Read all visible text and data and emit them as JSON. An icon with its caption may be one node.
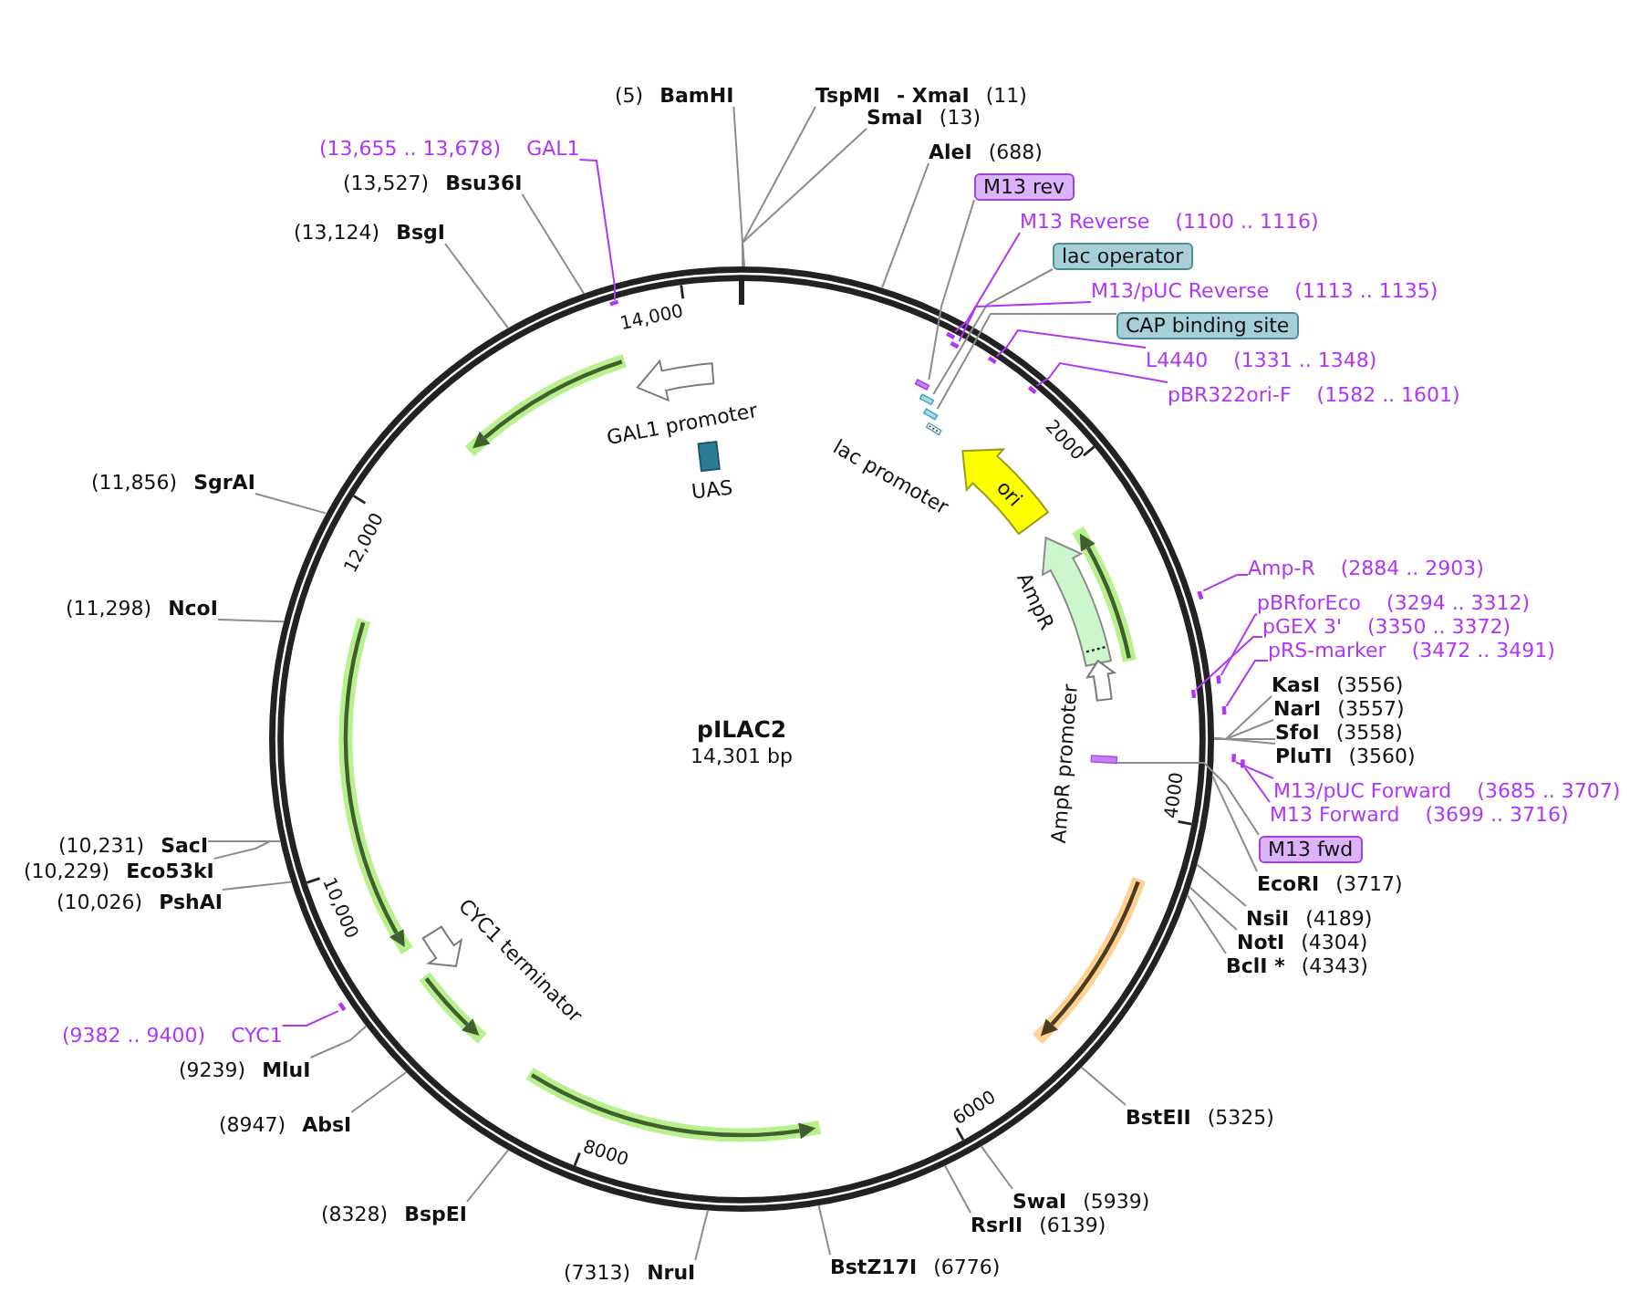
{
  "diagram": {
    "title": "pILAC2",
    "nodes": [
      {
        "text": [
          "(5)",
          "BamHI"
        ]
      },
      {
        "text": [
          "TspMI",
          "- XmaI",
          "(11)"
        ]
      },
      {
        "text": [
          "SmaI",
          "(13)"
        ]
      },
      {
        "text": [
          "(13,655 .. 13,678)",
          "GAL1"
        ]
      },
      {
        "text": [
          "AleI",
          "(688)"
        ]
      },
      {
        "text": [
          "(13,527)",
          "Bsu36I"
        ]
      },
      {
        "text": [
          "M13 rev"
        ]
      },
      {
        "text": [
          "M13 Reverse",
          "(1100 .. 1116)"
        ]
      },
      {
        "text": [
          "(13,124)",
          "BsgI"
        ]
      },
      {
        "text": [
          "lac operator"
        ]
      },
      {
        "text": [
          "M13/pUC Reverse",
          "(1113 .. 1135)"
        ]
      },
      {
        "text": [
          "CAP binding site"
        ]
      },
      {
        "text": [
          "L4440",
          "(1331 .. 1348)"
        ]
      },
      {
        "text": [
          "pBR322ori-F",
          "(1582 .. 1601)"
        ]
      },
      {
        "text": [
          "(11,856)",
          "SgrAI"
        ]
      },
      {
        "text": [
          "Amp-R",
          "(2884 .. 2903)"
        ]
      },
      {
        "text": [
          "pBRforEco",
          "(3294 .. 3312)"
        ]
      },
      {
        "text": [
          "(11,298)",
          "NcoI"
        ]
      },
      {
        "text": [
          "pGEX 3'",
          "(3350 .. 3372)"
        ]
      },
      {
        "text": [
          "pRS-marker",
          "(3472 .. 3491)"
        ]
      },
      {
        "text": [
          "KasI",
          "(3556)"
        ]
      },
      {
        "text": [
          "NarI",
          "(3557)"
        ]
      },
      {
        "text": [
          "SfoI",
          "(3558)"
        ]
      },
      {
        "text": [
          "PluTI",
          "(3560)"
        ]
      },
      {
        "text": [
          "M13/pUC Forward",
          "(3685 .. 3707)"
        ]
      },
      {
        "text": [
          "M13 Forward",
          "(3699 .. 3716)"
        ]
      },
      {
        "text": [
          "(10,231)",
          "SacI"
        ]
      },
      {
        "text": [
          "M13 fwd"
        ]
      },
      {
        "text": [
          "(10,229)",
          "Eco53kI"
        ]
      },
      {
        "text": [
          "EcoRI",
          "(3717)"
        ]
      },
      {
        "text": [
          "(10,026)",
          "PshAI"
        ]
      },
      {
        "text": [
          "NsiI",
          "(4189)"
        ]
      },
      {
        "text": [
          "NotI",
          "(4304)"
        ]
      },
      {
        "text": [
          "BclI *",
          "(4343)"
        ]
      },
      {
        "text": [
          "(9382 .. 9400)",
          "CYC1"
        ]
      },
      {
        "text": [
          "(9239)",
          "MluI"
        ]
      },
      {
        "text": [
          "BstEII",
          "(5325)"
        ]
      },
      {
        "text": [
          "(8947)",
          "AbsI"
        ]
      },
      {
        "text": [
          "SwaI",
          "(5939)"
        ]
      },
      {
        "text": [
          "(8328)",
          "BspEI"
        ]
      },
      {
        "text": [
          "RsrII",
          "(6139)"
        ]
      },
      {
        "text": [
          "BstZ17I",
          "(6776)"
        ]
      },
      {
        "text": [
          "(7313)",
          "NruI"
        ]
      },
      {
        "text": [
          "GAL1 promoter"
        ]
      },
      {
        "text": [
          "UAS"
        ]
      },
      {
        "text": [
          "lac promoter"
        ]
      },
      {
        "text": [
          "ori"
        ]
      },
      {
        "text": [
          "AmpR"
        ]
      },
      {
        "text": [
          "AmpR promoter"
        ]
      },
      {
        "text": [
          "CYC1 terminator"
        ]
      },
      {
        "text": [],
        "shape": "arrow"
      },
      {
        "text": [],
        "shape": "arrow"
      },
      {
        "text": [],
        "shape": "arrow"
      },
      {
        "text": [],
        "shape": "arrow"
      },
      {
        "text": [],
        "shape": "arrow"
      },
      {
        "text": [],
        "shape": "arrow"
      },
      {
        "text": [],
        "shape": "bar"
      },
      {
        "text": [],
        "shape": "bar"
      },
      {
        "text": [],
        "shape": "bar"
      },
      {
        "text": [],
        "shape": "bar"
      },
      {
        "text": [],
        "shape": "bar"
      },
      {
        "text": [],
        "shape": "bar"
      },
      {
        "text": [],
        "shape": "bar"
      },
      {
        "text": [],
        "shape": "bar"
      },
      {
        "text": [],
        "shape": "bar"
      },
      {
        "text": [],
        "shape": "bar"
      },
      {
        "text": [],
        "shape": "bar"
      },
      {
        "text": [],
        "shape": "bar"
      },
      {
        "text": [],
        "shape": "bar"
      },
      {
        "text": [],
        "shape": "bar"
      },
      {
        "text": [],
        "shape": "bar"
      },
      {
        "text": [],
        "shape": "bar"
      }
    ],
    "edges": [
      {
        "from": 0,
        "to": null,
        "arrow": "none"
      },
      {
        "from": 1,
        "to": null,
        "arrow": "none"
      },
      {
        "from": 2,
        "to": null,
        "arrow": "none"
      },
      {
        "from": 3,
        "to": 60,
        "arrow": "none",
        "color": "#b035f5"
      },
      {
        "from": 4,
        "to": null,
        "arrow": "none"
      },
      {
        "from": 5,
        "to": null,
        "arrow": "none"
      },
      {
        "from": 6,
        "to": 56,
        "arrow": "none"
      },
      {
        "from": 7,
        "to": 61,
        "arrow": "none",
        "color": "#b035f5"
      },
      {
        "from": 8,
        "to": null,
        "arrow": "none"
      },
      {
        "from": 9,
        "to": 57,
        "arrow": "none"
      },
      {
        "from": 10,
        "to": 62,
        "arrow": "none",
        "color": "#b035f5"
      },
      {
        "from": 11,
        "to": 58,
        "arrow": "none"
      },
      {
        "from": 12,
        "to": 63,
        "arrow": "none",
        "color": "#b035f5"
      },
      {
        "from": 13,
        "to": 64,
        "arrow": "none",
        "color": "#b035f5"
      },
      {
        "from": 14,
        "to": null,
        "arrow": "none"
      },
      {
        "from": 15,
        "to": 65,
        "arrow": "none",
        "color": "#b035f5"
      },
      {
        "from": 16,
        "to": 66,
        "arrow": "none",
        "color": "#b035f5"
      },
      {
        "from": 17,
        "to": null,
        "arrow": "none"
      },
      {
        "from": 18,
        "to": 67,
        "arrow": "none",
        "color": "#b035f5"
      },
      {
        "from": 19,
        "to": 68,
        "arrow": "none",
        "color": "#b035f5"
      },
      {
        "from": 20,
        "to": null,
        "arrow": "none"
      },
      {
        "from": 21,
        "to": null,
        "arrow": "none"
      },
      {
        "from": 22,
        "to": null,
        "arrow": "none"
      },
      {
        "from": 23,
        "to": null,
        "arrow": "none"
      },
      {
        "from": 24,
        "to": 69,
        "arrow": "none",
        "color": "#b035f5"
      },
      {
        "from": 25,
        "to": 70,
        "arrow": "none",
        "color": "#b035f5"
      },
      {
        "from": 26,
        "to": null,
        "arrow": "none"
      },
      {
        "from": 27,
        "to": 59,
        "arrow": "none"
      },
      {
        "from": 28,
        "to": null,
        "arrow": "none"
      },
      {
        "from": 29,
        "to": null,
        "arrow": "none"
      },
      {
        "from": 30,
        "to": null,
        "arrow": "none"
      },
      {
        "from": 31,
        "to": null,
        "arrow": "none"
      },
      {
        "from": 32,
        "to": null,
        "arrow": "none"
      },
      {
        "from": 33,
        "to": null,
        "arrow": "none"
      },
      {
        "from": 34,
        "to": 71,
        "arrow": "none",
        "color": "#b035f5"
      },
      {
        "from": 35,
        "to": null,
        "arrow": "none"
      },
      {
        "from": 36,
        "to": null,
        "arrow": "none"
      },
      {
        "from": 37,
        "to": null,
        "arrow": "none"
      },
      {
        "from": 38,
        "to": null,
        "arrow": "none"
      },
      {
        "from": 39,
        "to": null,
        "arrow": "none"
      },
      {
        "from": 40,
        "to": null,
        "arrow": "none"
      },
      {
        "from": 41,
        "to": null,
        "arrow": "none"
      },
      {
        "from": 42,
        "to": null,
        "arrow": "none"
      }
    ],
    "labels": [
      "14,000",
      "2000",
      "12,000",
      "14,301 bp",
      "4000",
      "10,000",
      "6000",
      "8000"
    ]
  }
}
